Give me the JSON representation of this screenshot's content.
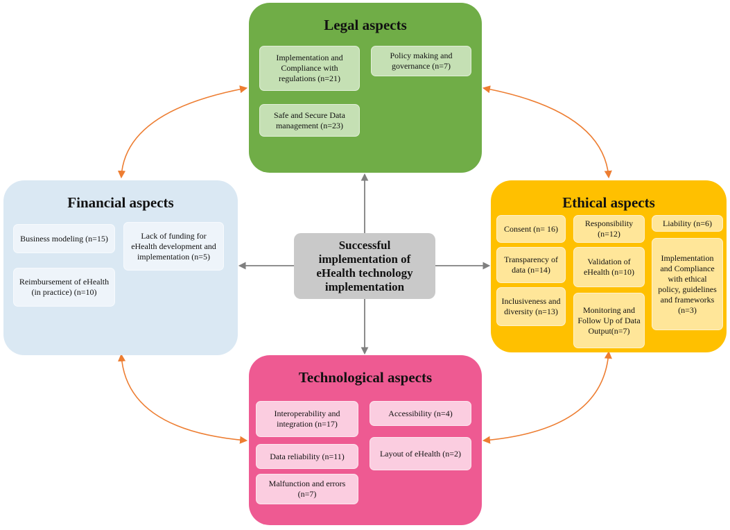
{
  "center": {
    "label": "Successful implementation of eHealth technology implementation"
  },
  "legal": {
    "title": "Legal aspects",
    "items": [
      "Implementation and Compliance with regulations (n=21)",
      "Policy making and governance (n=7)",
      "Safe and Secure Data management (n=23)"
    ]
  },
  "ethical": {
    "title": "Ethical aspects",
    "items": [
      "Consent (n= 16)",
      "Responsibility (n=12)",
      "Liability (n=6)",
      "Transparency of data (n=14)",
      "Validation of eHealth (n=10)",
      "Implementation and Compliance with ethical policy, guidelines and frameworks (n=3)",
      "Inclusiveness and diversity (n=13)",
      "Monitoring and Follow Up of Data Output(n=7)"
    ]
  },
  "financial": {
    "title": "Financial aspects",
    "items": [
      "Business modeling (n=15)",
      "Lack of funding for eHealth development and implementation (n=5)",
      "Reimbursement of eHealth (in practice) (n=10)"
    ]
  },
  "technological": {
    "title": "Technological aspects",
    "items": [
      "Interoperability and integration (n=17)",
      "Accessibility (n=4)",
      "Data reliability (n=11)",
      "Layout of eHealth (n=2)",
      "Malfunction and errors (n=7)"
    ]
  },
  "colors": {
    "legal": "#70ad47",
    "ethical": "#ffc000",
    "financial": "#dae8f3",
    "technological": "#ee5a92",
    "center": "#c9c9c9",
    "curved_arrows": "#ed7d31",
    "straight_arrows": "#7f7f7f"
  }
}
